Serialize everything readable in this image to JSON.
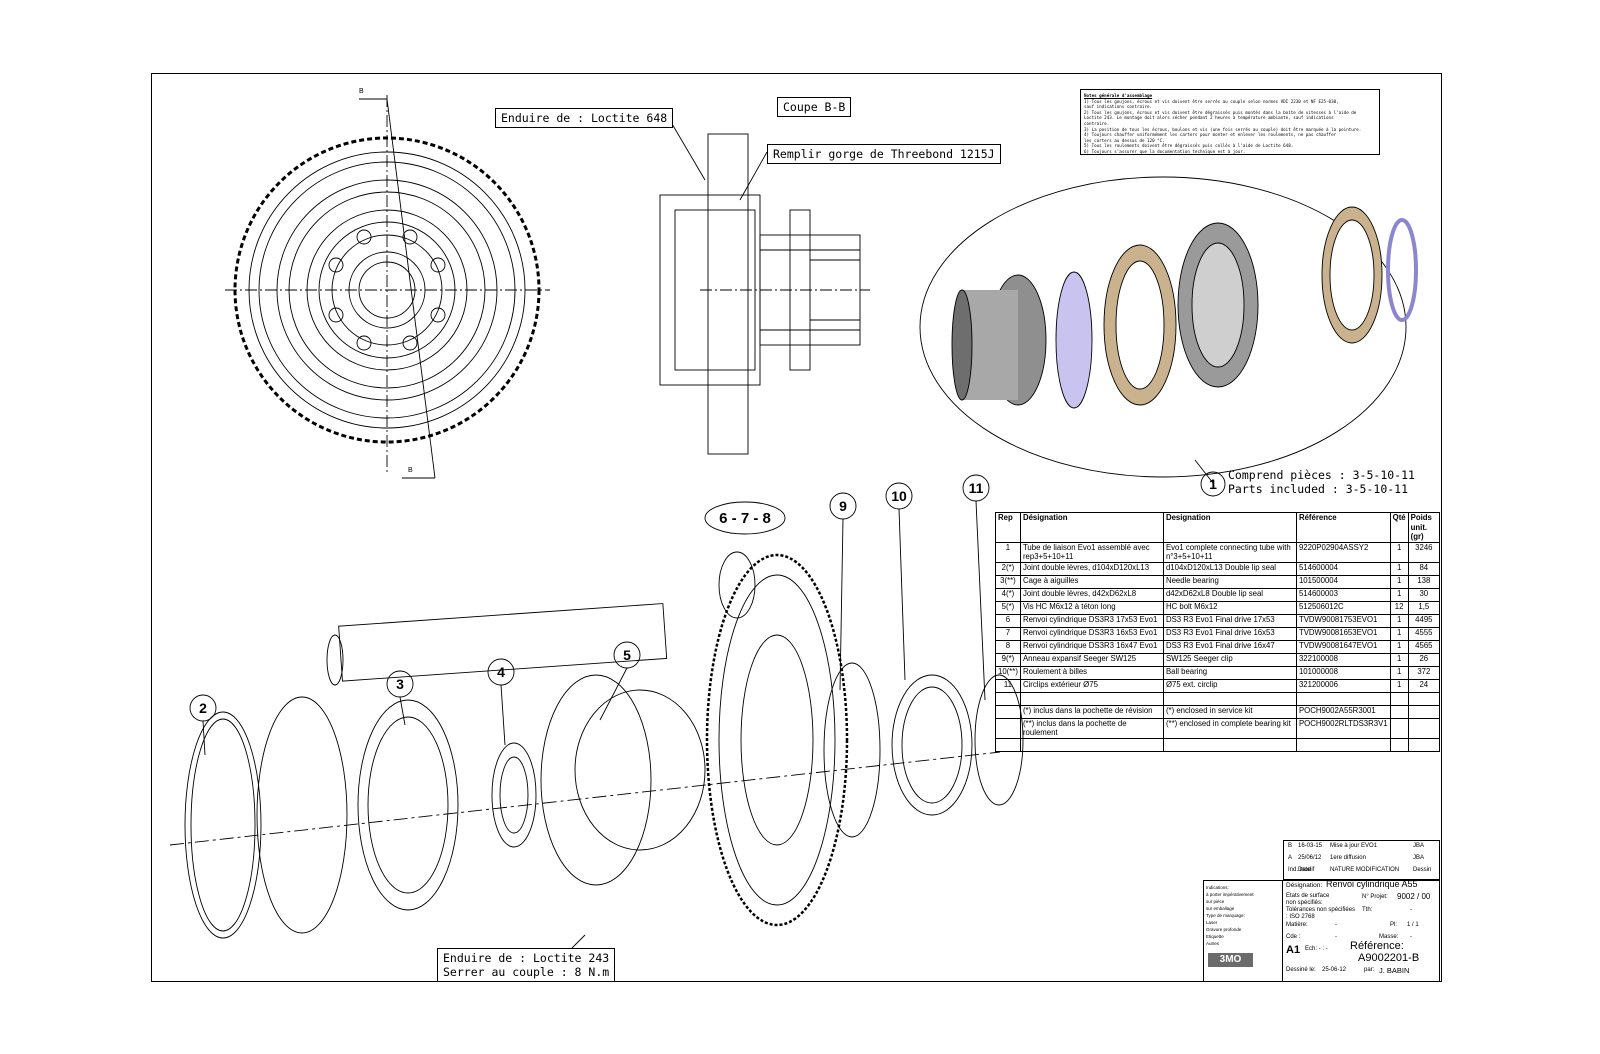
{
  "callouts": {
    "loctite648": "Enduire de : Loctite 648",
    "section": "Coupe B-B",
    "threebond": "Remplir gorge de Threebond 1215J",
    "loctite243_line1": "Enduire de : Loctite 243",
    "loctite243_line2": "Serrer au couple : 8 N.m",
    "section_mark": "B"
  },
  "notes": {
    "title": "Notes générale d'assemblage",
    "lines": [
      "1) Tous les goujons, écrous et vis doivent être serrés au couple selon normes VDI 2230 et NF E25-030,",
      "   sauf indications contraire.",
      "2) Tous les goujons, écrous et vis doivent être dégraissés puis montés dans la boîte de vitesses à l'aide de",
      "   Loctite 243. Le montage doit alors sécher pendant 2 heures à température ambiante, sauf indications",
      "   contraire.",
      "3) La position de tous les écrous, boulons et vis (une fois serrés au couple) doit être marquée à la peinture.",
      "4) Toujours chauffer uniformément les carters pour monter et enlever les roulements, ne pas chauffer",
      "   les carters au dessus de 120 °C.",
      "5) Tous les roulements doivent être dégraissés puis collés à l'aide de Loctite 648.",
      "6) Toujours s'assurer que la documentation technique est à jour."
    ]
  },
  "assembly": {
    "item": "1",
    "line1": "Comprend pièces : 3-5-10-11",
    "line2": "Parts included  : 3-5-10-11"
  },
  "balloons": {
    "b2": "2",
    "b3": "3",
    "b4": "4",
    "b5": "5",
    "b678": "6 - 7 - 8",
    "b9": "9",
    "b10": "10",
    "b11": "11"
  },
  "parts_table": {
    "headers": [
      "Rep",
      "Désignation",
      "Designation",
      "Référence",
      "Qté",
      "Poids unit.(gr)"
    ],
    "rows": [
      [
        "1",
        "Tube de liaison Evo1 assemblé avec rep3+5+10+11",
        "Evo1 complete connecting tube with n°3+5+10+11",
        "9220P02904ASSY2",
        "1",
        "3246"
      ],
      [
        "2(*)",
        "Joint double lèvres, d104xD120xL13",
        "d104xD120xL13 Double lip seal",
        "514600004",
        "1",
        "84"
      ],
      [
        "3(**)",
        "Cage à aiguilles",
        "Needle bearing",
        "101500004",
        "1",
        "138"
      ],
      [
        "4(*)",
        "Joint double lèvres, d42xD62xL8",
        "d42xD62xL8 Double lip seal",
        "514600003",
        "1",
        "30"
      ],
      [
        "5(*)",
        "Vis HC M6x12 à téton long",
        "HC bolt M6x12",
        "512506012C",
        "12",
        "1,5"
      ],
      [
        "6",
        "Renvoi cylindrique DS3R3 17x53 Evo1",
        "DS3 R3 Evo1 Final drive 17x53",
        "TVDW90081753EVO1",
        "1",
        "4495"
      ],
      [
        "7",
        "Renvoi cylindrique DS3R3 16x53 Evo1",
        "DS3 R3 Evo1 Final drive 16x53",
        "TVDW90081653EVO1",
        "1",
        "4555"
      ],
      [
        "8",
        "Renvoi cylindrique DS3R3 16x47 Evo1",
        "DS3 R3 Evo1 Final drive 16x47",
        "TVDW90081647EVO1",
        "1",
        "4565"
      ],
      [
        "9(*)",
        "Anneau expansif Seeger SW125",
        "SW125 Seeger clip",
        "322100008",
        "1",
        "26"
      ],
      [
        "10(**)",
        "Roulement à billes",
        "Ball bearing",
        "101000008",
        "1",
        "372"
      ],
      [
        "11",
        "Circlips extérieur Ø75",
        "Ø75 ext. circlip",
        "321200006",
        "1",
        "24"
      ],
      [
        "",
        "",
        "",
        "",
        "",
        ""
      ],
      [
        "",
        "(*) inclus dans la pochette de révision",
        "(*) enclosed in service kit",
        "POCH9002A55R3001",
        "",
        ""
      ],
      [
        "",
        "(**) inclus dans la pochette de roulement",
        "(**) enclosed in complete bearing kit",
        "POCH9002RLTDS3R3V1",
        "",
        ""
      ],
      [
        "",
        "",
        "",
        "",
        "",
        ""
      ]
    ]
  },
  "title_block": {
    "rev_b": [
      "B",
      "16-03-15",
      "Mise à jour EVO1",
      "JBA"
    ],
    "rev_a": [
      "A",
      "25/06/12",
      "1ere diffusion",
      "JBA"
    ],
    "rev_header": [
      "Ind. modif",
      "Date",
      "NATURE MODIFICATION",
      "Dessin"
    ],
    "designation_label": "Désignation:",
    "designation_value": "Renvoi cylindrique A55",
    "etat_surface": "Etats de surface non spécifiés:",
    "projet_label": "N° Projet:",
    "projet_value": "9002 / 00",
    "tolerances": "Tolérances non spécifiées : ISO 2768",
    "tth_label": "Tth:",
    "tth_value": "-",
    "matiere_label": "Matière:",
    "matiere_value": "-",
    "pl_label": "Pl:",
    "pl_value": "1 / 1",
    "cde_label": "Cde :",
    "cde_value": "-",
    "masse_label": "Masse:",
    "masse_value": "-",
    "format": "A1",
    "echelle": "Ech: - : -",
    "reference_label": "Référence:",
    "reference_value": "A9002201-B",
    "dessine_label": "Dessiné le:",
    "dessine_value": "25-06-12",
    "par_label": "par:",
    "par_value": "J. BABIN",
    "logo": "3MO",
    "left_block": [
      "Indications:",
      "à porter impérativement",
      "sur pièce",
      "sur emballage",
      "Type de marquage:",
      "Laser",
      "Gravure profonde",
      "Etiquette",
      "Autres"
    ]
  }
}
